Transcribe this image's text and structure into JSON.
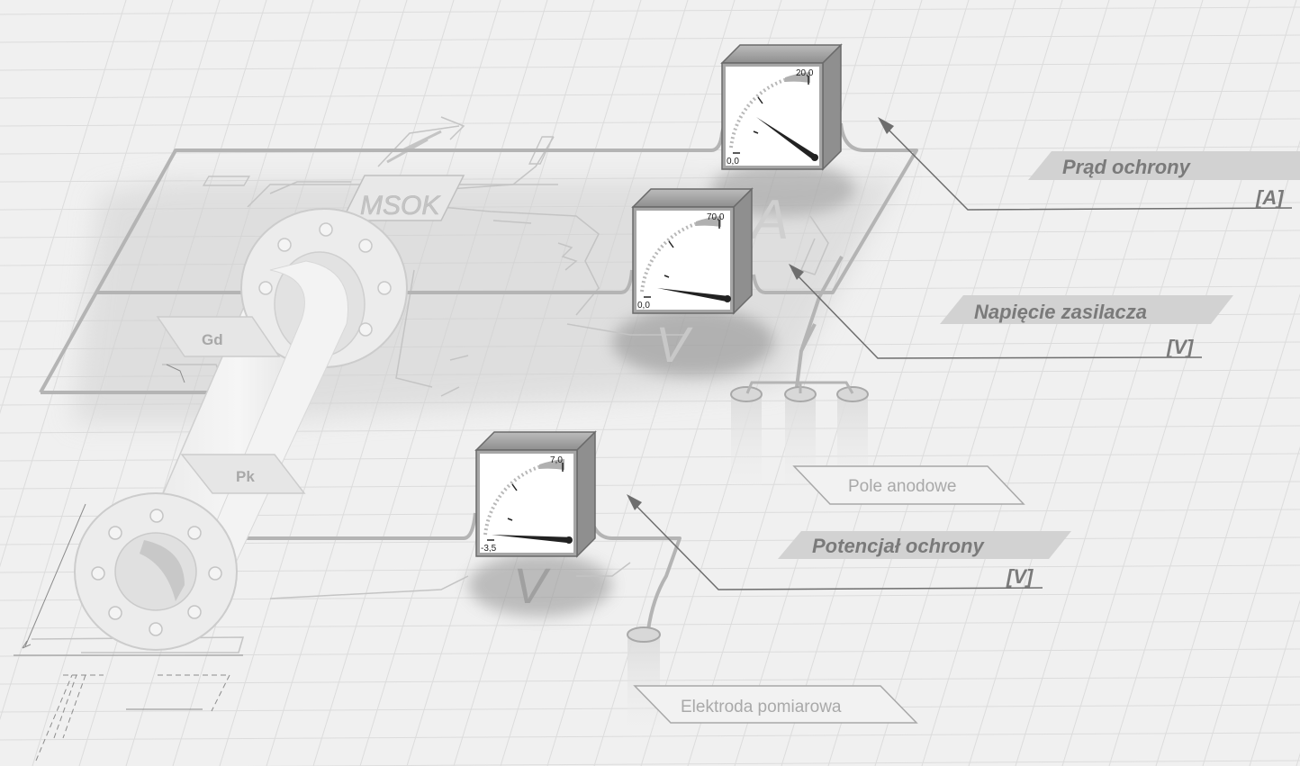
{
  "schematic": {
    "regulator_label": "MSOK",
    "ground_label": "Gd",
    "pipe_label": "Pk",
    "meter_faint_a": "A",
    "meter_faint_v1": "V",
    "meter_faint_v2": "V"
  },
  "meters": {
    "current": {
      "min": "0,0",
      "max": "20,0"
    },
    "voltage": {
      "min": "0,0",
      "max": "70,0"
    },
    "potential": {
      "min": "-3,5",
      "max": "7,0"
    }
  },
  "labels": {
    "current_name": "Prąd ochrony",
    "current_unit": "[A]",
    "voltage_name": "Napięcie zasilacza",
    "voltage_unit": "[V]",
    "potential_name": "Potencjał ochrony",
    "potential_unit": "[V]",
    "anode_field": "Pole anodowe",
    "electrode": "Elektroda pomiarowa"
  },
  "colors": {
    "background": "#f0f0f0",
    "grid": "#dedede",
    "wire": "#b4b4b4",
    "label_banner": "#d2d2d2",
    "label_text": "#7a7a7a",
    "meter_face": "#ffffff",
    "meter_body": "#9d9d9d",
    "needle": "#222222"
  }
}
